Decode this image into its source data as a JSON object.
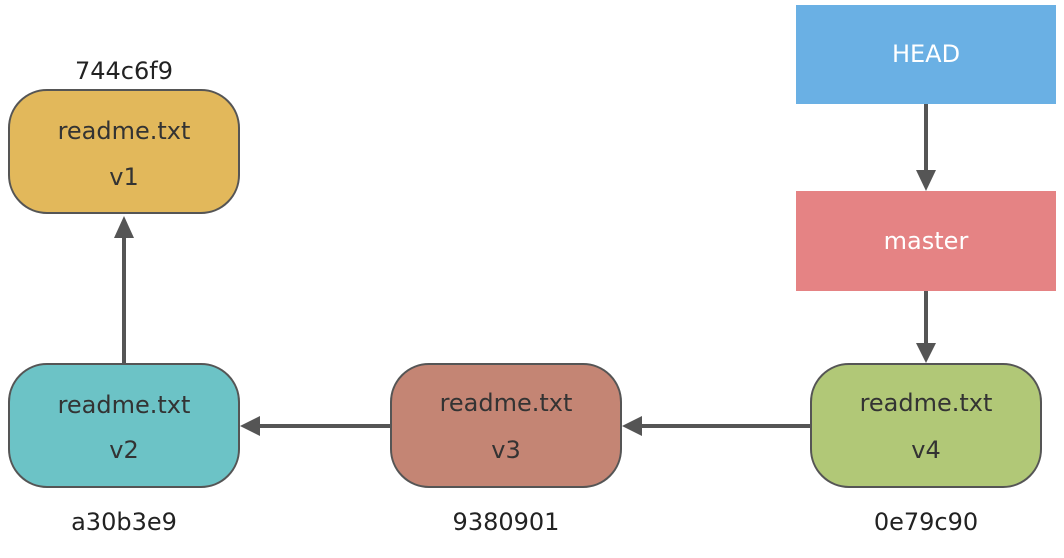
{
  "refs": {
    "head": {
      "label": "HEAD",
      "color": "#6ab0e4"
    },
    "master": {
      "label": "master",
      "color": "#e58384"
    }
  },
  "commits": [
    {
      "hash": "744c6f9",
      "file": "readme.txt",
      "version": "v1",
      "color": "#e2b85b"
    },
    {
      "hash": "a30b3e9",
      "file": "readme.txt",
      "version": "v2",
      "color": "#6cc3c6"
    },
    {
      "hash": "9380901",
      "file": "readme.txt",
      "version": "v3",
      "color": "#c48574"
    },
    {
      "hash": "0e79c90",
      "file": "readme.txt",
      "version": "v4",
      "color": "#b1c877"
    }
  ],
  "colors": {
    "arrow": "#555555",
    "node_border": "#555555"
  }
}
